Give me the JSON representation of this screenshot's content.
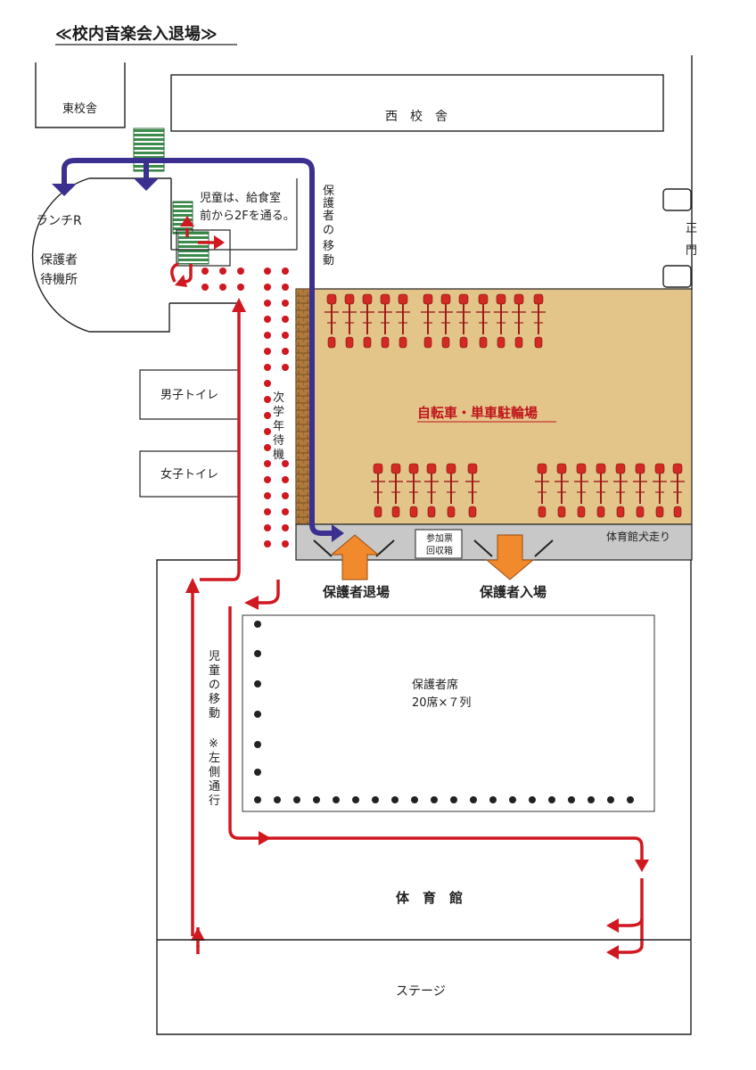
{
  "title": "≪校内音楽会入退場≫",
  "buildings": {
    "east": "東校舎",
    "west": "西　校　舎",
    "gate": [
      "正",
      "門"
    ],
    "lunch_room": "ランチR",
    "waiting_line1": "保護者",
    "waiting_line2": "待機所",
    "toilet_boys": "男子トイレ",
    "toilet_girls": "女子トイレ",
    "parking": "自転車・単車駐輪場",
    "corridor": "体育館犬走り",
    "ticket_box_line1": "参加票",
    "ticket_box_line2": "回収箱",
    "gym": "体　育　館",
    "stage": "ステージ"
  },
  "notes": {
    "children_route_line1": "児童は、給食室",
    "children_route_line2": "前から2Fを通る。",
    "parent_move": [
      "保",
      "護",
      "者",
      "の",
      "移",
      "動"
    ],
    "next_grade_wait": [
      "次",
      "学",
      "年",
      "待",
      "機"
    ],
    "child_move": [
      "児",
      "童",
      "の",
      "移",
      "動"
    ],
    "left_side": [
      "※",
      "左",
      "側",
      "通",
      "行"
    ],
    "parent_exit": "保護者退場",
    "parent_entry": "保護者入場",
    "seats_line1": "保護者席",
    "seats_line2": "20席×７列"
  },
  "colors": {
    "parent_route": "#3b2f8f",
    "child_route": "#d01820",
    "parking_fill": "#e3c58a",
    "brick": "#a0703a",
    "corridor_fill": "#c8c8c8",
    "orange_arrow": "#f08a2c",
    "stairs": "#3c8c4c"
  }
}
